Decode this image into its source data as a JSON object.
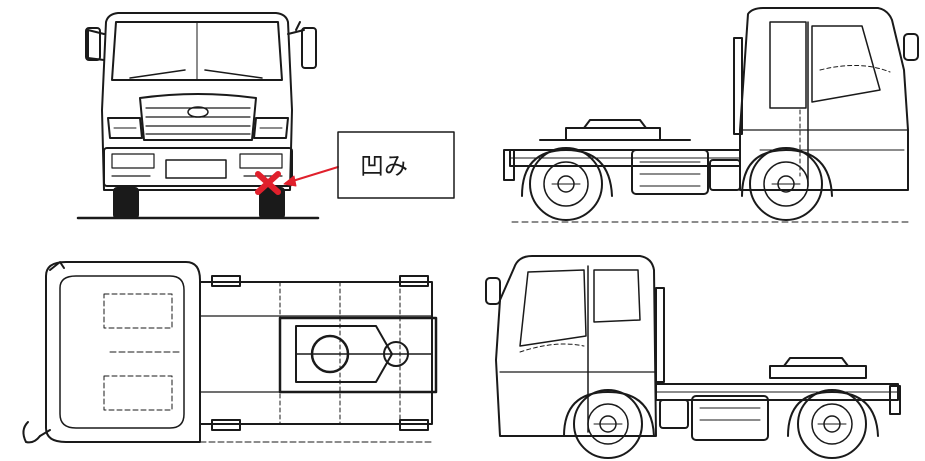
{
  "callout": {
    "label": "凹み"
  },
  "colors": {
    "line": "#1a1a1a",
    "damage_marker": "#e0202c",
    "arrow": "#e0202c",
    "background": "#ffffff"
  },
  "views": [
    "front-view",
    "left-side-view",
    "top-view",
    "right-side-view"
  ],
  "icons": {
    "damage_marker": "x-mark-icon"
  }
}
